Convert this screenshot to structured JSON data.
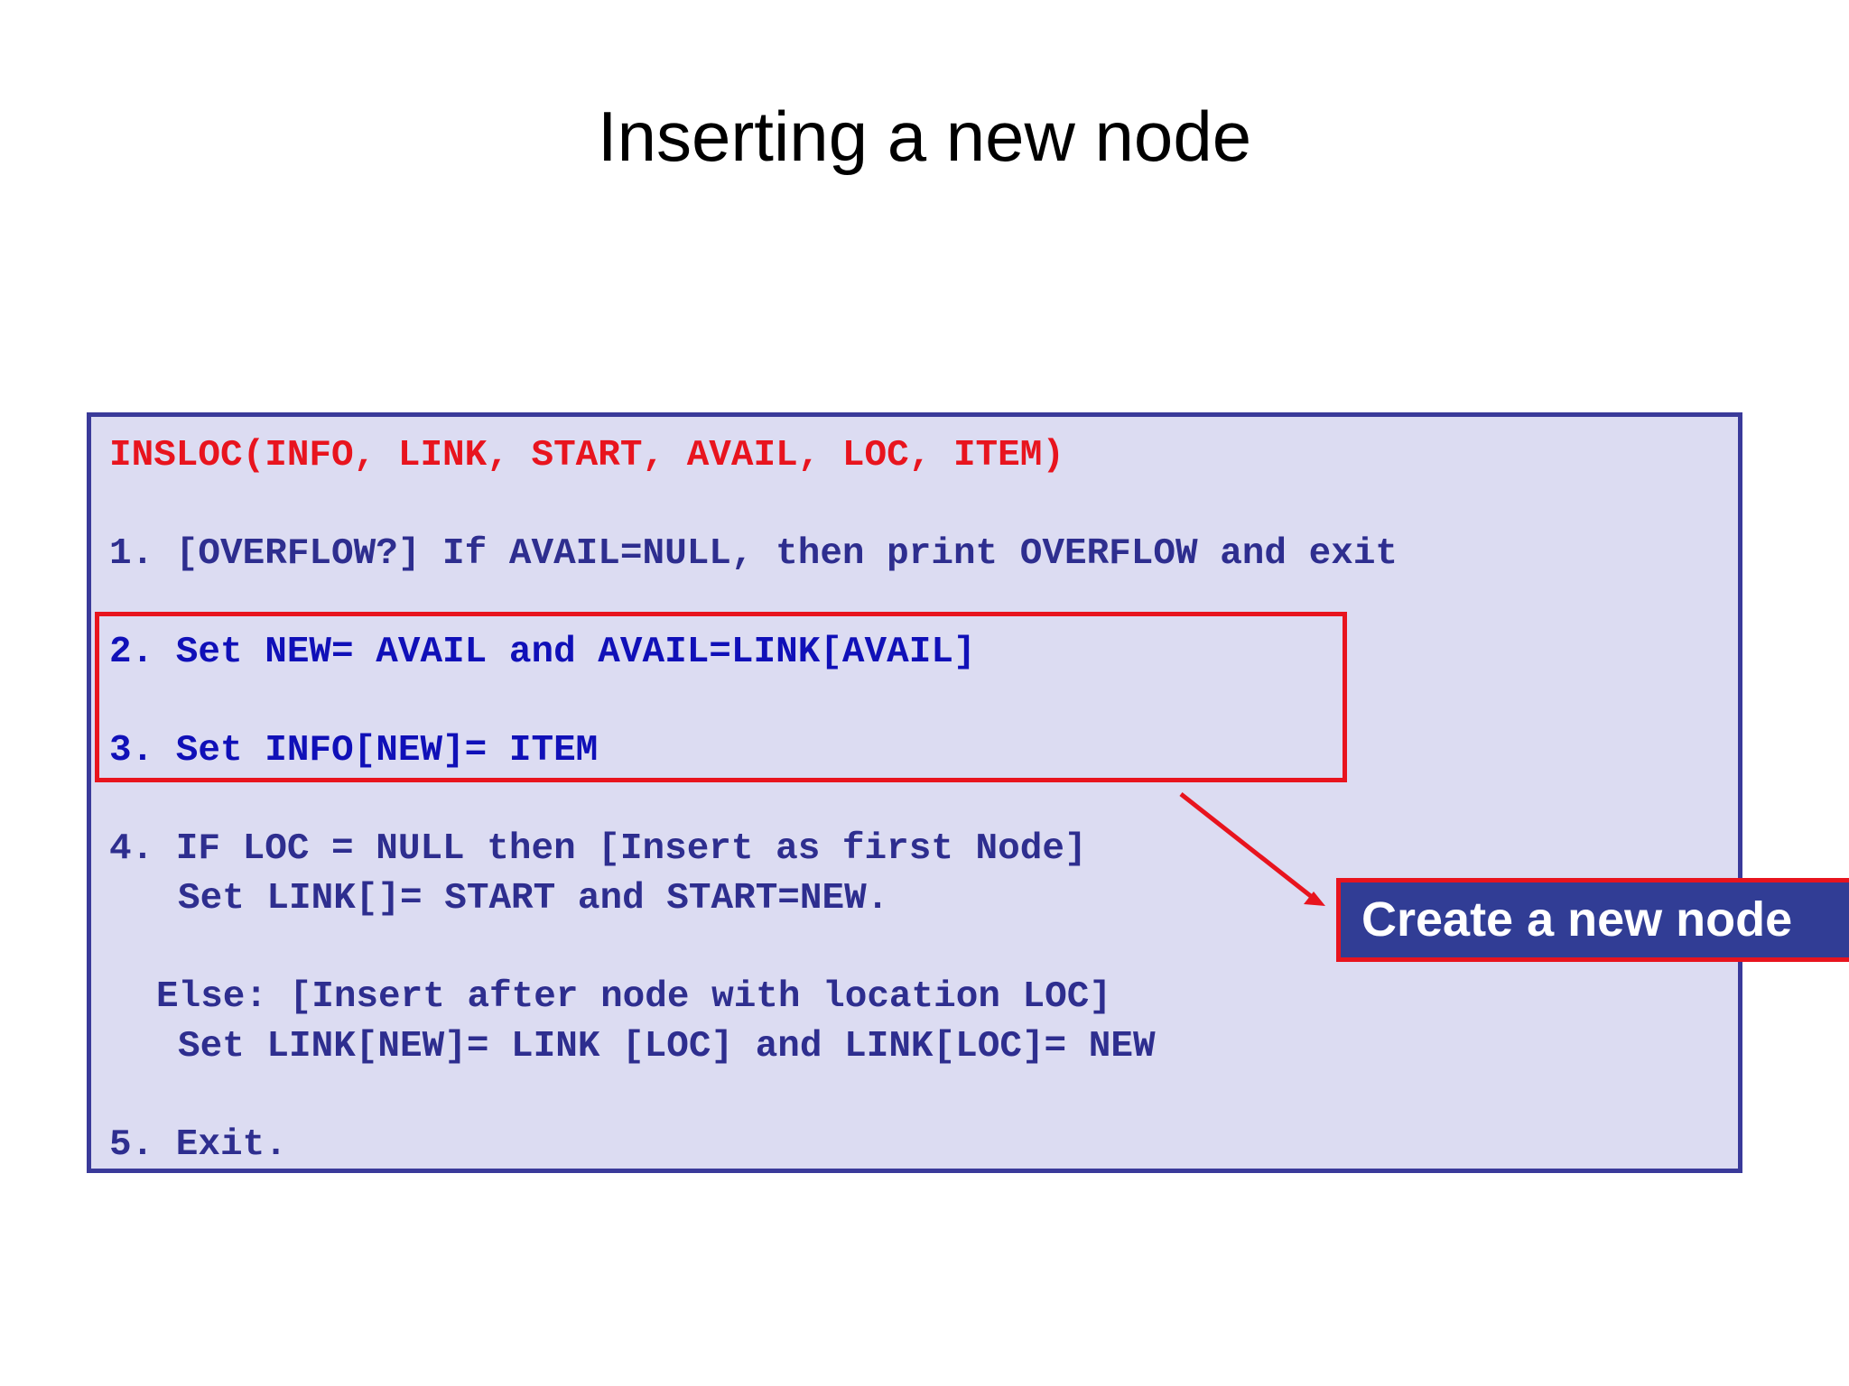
{
  "slide": {
    "title": "Inserting a new node"
  },
  "algorithm": {
    "signature": "INSLOC(INFO, LINK, START, AVAIL, LOC, ITEM)",
    "step1": "1. [OVERFLOW?] If AVAIL=NULL, then print OVERFLOW and exit",
    "step2": "2. Set NEW= AVAIL and AVAIL=LINK[AVAIL]",
    "step3": "3. Set INFO[NEW]= ITEM",
    "step4_line1": "4. IF LOC = NULL then [Insert as first Node]",
    "step4_line2": "Set LINK[]= START and START=NEW.",
    "else_line1": "Else: [Insert after node with location LOC]",
    "else_line2": "Set LINK[NEW]= LINK [LOC] and LINK[LOC]= NEW",
    "step5": "5. Exit."
  },
  "callout": {
    "label": "Create a new node"
  },
  "colors": {
    "box_fill": "#dcdcf2",
    "box_border": "#3a3a9a",
    "code_text": "#2e2e8f",
    "highlight_text": "#1010b8",
    "signature_red": "#e8141e",
    "callout_fill": "#313d95"
  }
}
